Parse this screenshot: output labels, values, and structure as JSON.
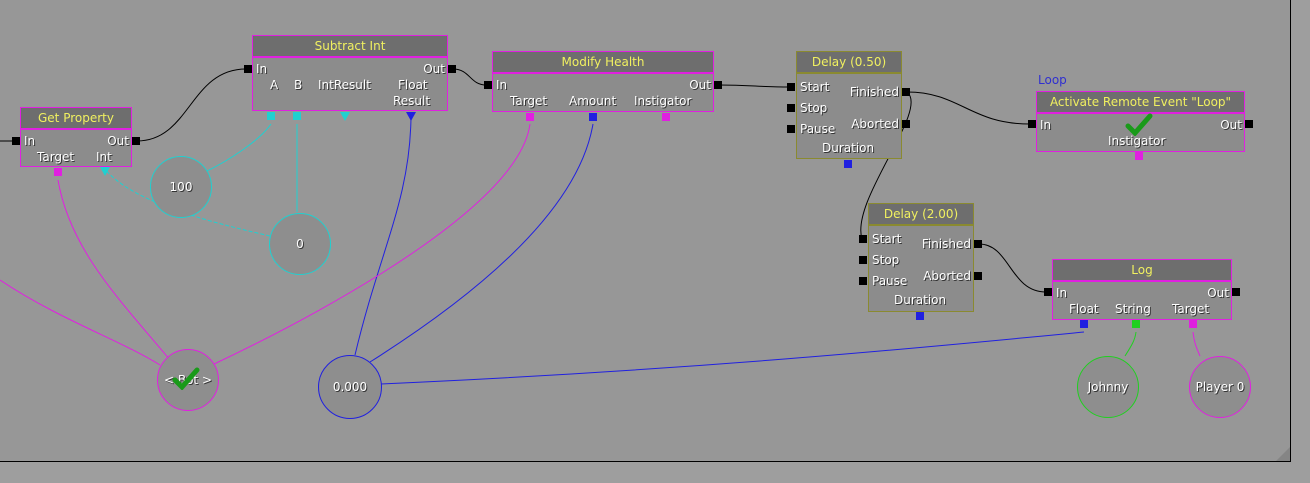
{
  "colors": {
    "background": "#979797",
    "exec_wire": "#000000",
    "int_wire": "#20d0d0",
    "float_wire": "#2020e0",
    "object_wire": "#e020e0",
    "string_wire": "#20d020"
  },
  "nodes": {
    "get_property": {
      "title": "Get Property",
      "in": "In",
      "out": "Out",
      "vars": [
        "Target",
        "Int"
      ]
    },
    "subtract_int": {
      "title": "Subtract Int",
      "in": "In",
      "out": "Out",
      "vars": [
        "A",
        "B",
        "IntResult",
        "Float",
        "Result"
      ]
    },
    "modify_health": {
      "title": "Modify Health",
      "in": "In",
      "out": "Out",
      "vars": [
        "Target",
        "Amount",
        "Instigator"
      ]
    },
    "delay1": {
      "title": "Delay (0.50)",
      "inputs": [
        "Start",
        "Stop",
        "Pause"
      ],
      "outputs": [
        "Finished",
        "Aborted"
      ],
      "var": "Duration"
    },
    "activate_remote": {
      "event_label": "Loop",
      "title": "Activate Remote Event \"Loop\"",
      "in": "In",
      "out": "Out",
      "var": "Instigator"
    },
    "delay2": {
      "title": "Delay (2.00)",
      "inputs": [
        "Start",
        "Stop",
        "Pause"
      ],
      "outputs": [
        "Finished",
        "Aborted"
      ],
      "var": "Duration"
    },
    "log": {
      "title": "Log",
      "in": "In",
      "out": "Out",
      "vars": [
        "Float",
        "String",
        "Target"
      ]
    }
  },
  "variables": {
    "int100": "100",
    "int0": "0",
    "bot": "< Bot >",
    "float0": "0.000",
    "johnny": "Johnny",
    "player0": "Player 0"
  }
}
